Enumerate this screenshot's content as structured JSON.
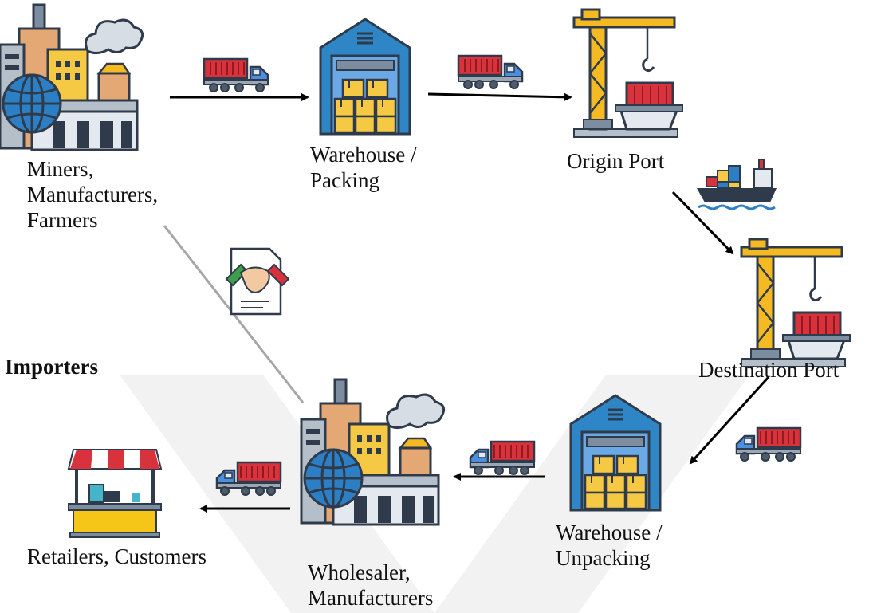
{
  "nodes": {
    "producers": {
      "label_lines": [
        "Miners,",
        "Manufacturers,",
        "Farmers"
      ],
      "icon": "factory-icon"
    },
    "warehouse_packing": {
      "label_lines": [
        "Warehouse /",
        "Packing"
      ],
      "icon": "warehouse-icon"
    },
    "origin_port": {
      "label": "Origin Port",
      "icon": "port-crane-icon"
    },
    "destination_port": {
      "label": "Destination Port",
      "icon": "port-crane-icon"
    },
    "warehouse_unpacking": {
      "label_lines": [
        "Warehouse /",
        "Unpacking"
      ],
      "icon": "warehouse-icon"
    },
    "wholesaler": {
      "label_lines": [
        "Wholesaler,",
        "Manufacturers"
      ],
      "icon": "factory-icon"
    },
    "retailers": {
      "label": "Retailers, Customers",
      "icon": "market-stall-icon"
    }
  },
  "side_label": "Importers",
  "transport_icons": [
    "truck-icon",
    "cargo-ship-icon",
    "handshake-contract-icon"
  ],
  "colors": {
    "truck_container": "#d8323c",
    "truck_cab": "#4a8fe0",
    "warehouse_body": "#2f86c6",
    "box": "#f6c945",
    "crane": "#f5b921",
    "factory_tan": "#e3a873",
    "globe": "#2c7fc4",
    "arrow": "#000000",
    "agreement_line": "#a6a6a6",
    "watermark": "#f2f2f2"
  }
}
